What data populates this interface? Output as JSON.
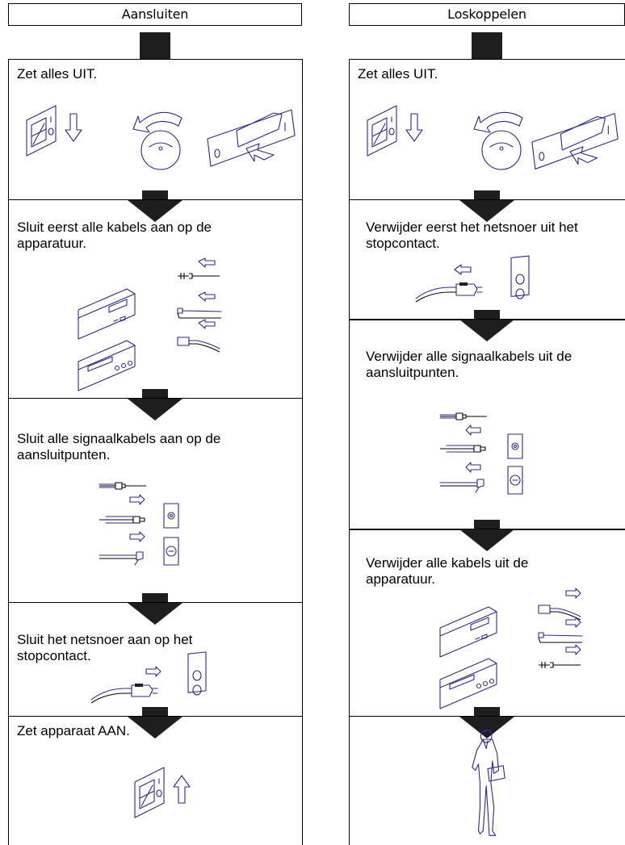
{
  "columns": {
    "left": {
      "title": "Aansluiten",
      "steps": [
        "Zet alles UIT.",
        "Sluit eerst alle kabels aan op de apparatuur.",
        "Sluit alle signaalkabels aan op de aansluitpunten.",
        "Sluit het netsnoer aan op het stopcontact.",
        "Zet apparaat AAN."
      ]
    },
    "right": {
      "title": "Loskoppelen",
      "steps": [
        "Zet alles UIT.",
        "Verwijder eerst het netsnoer uit het stopcontact.",
        "Verwijder alle signaalkabels uit de aansluitpunten.",
        "Verwijder alle kabels uit de apparatuur.",
        ""
      ]
    }
  },
  "colors": {
    "line_art": "#2a2a8c",
    "frame": "#000000",
    "arrow_fill": "#1e1e1e"
  },
  "icons": [
    "power-switch-icon",
    "dial-knob-icon",
    "rocker-switch-icon",
    "device-stack-icon",
    "cable-plug-icon",
    "wall-outlet-icon",
    "power-cord-icon",
    "person-carrying-icon"
  ]
}
